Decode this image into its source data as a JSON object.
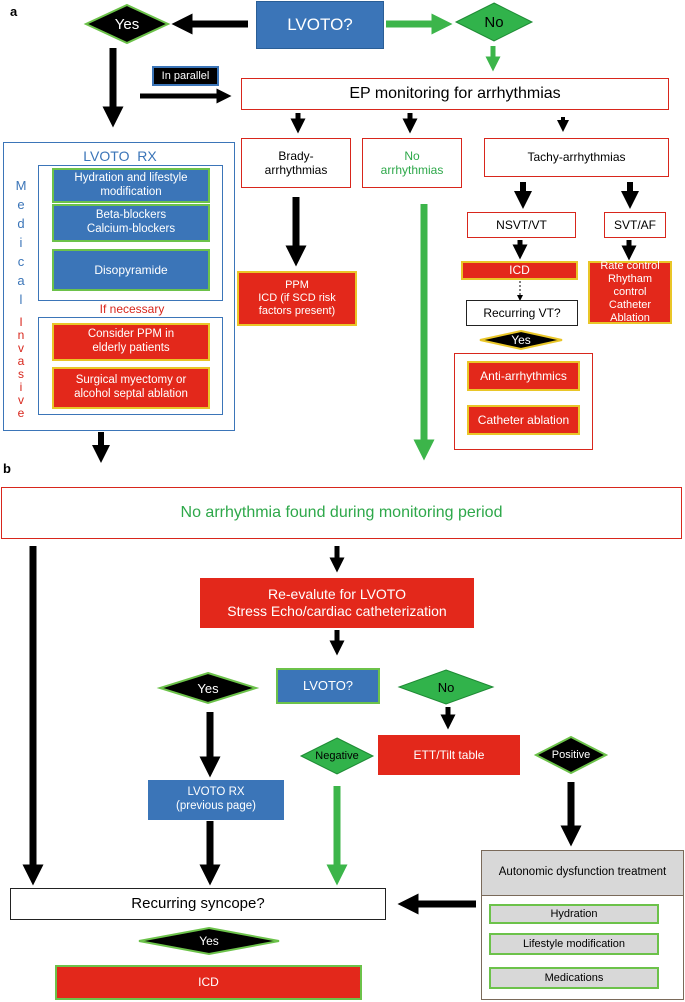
{
  "panel_a": {
    "label": "a",
    "lvoto_question": "LVOTO?",
    "yes": "Yes",
    "no": "No",
    "in_parallel": "In parallel",
    "ep_monitoring": "EP monitoring for arrhythmias",
    "brady": "Brady-\narrhythmias",
    "no_arrhythmias": "No\narrhythmias",
    "tachy": "Tachy-arrhythmias",
    "ppm": "PPM\nICD (if SCD risk\nfactors present)",
    "nsvt": "NSVT/VT",
    "svt": "SVT/AF",
    "icd": "ICD",
    "recurring_vt": "Recurring VT?",
    "yes2": "Yes",
    "anti_arrhythmics": "Anti-arrhythmics",
    "catheter_ablation": "Catheter ablation",
    "rate_control": "Rate control\nRhytham control\nCatheter\nAblation",
    "lvoto_rx": {
      "title": "LVOTO  RX",
      "medical_letters": [
        "M",
        "e",
        "d",
        "i",
        "c",
        "a",
        "l"
      ],
      "invasive_letters": [
        "I",
        "n",
        "v",
        "a",
        "s",
        "i",
        "v",
        "e"
      ],
      "hydration": "Hydration and lifestyle\nmodification",
      "beta": "Beta-blockers\nCalcium-blockers",
      "disopyramide": "Disopyramide",
      "if_necessary": "If necessary",
      "ppm_elderly": "Consider PPM in\nelderly patients",
      "surgical": "Surgical myectomy or\nalcohol septal ablation"
    }
  },
  "panel_b": {
    "label": "b",
    "no_arrhythmia_found": "No arrhythmia found during monitoring period",
    "reevaluate": "Re-evalute for LVOTO\nStress Echo/cardiac catheterization",
    "lvoto_question": "LVOTO?",
    "yes": "Yes",
    "no": "No",
    "negative": "Negative",
    "positive": "Positive",
    "ett": "ETT/Tilt table",
    "lvoto_rx": "LVOTO  RX\n(previous page)",
    "recurring_syncope": "Recurring syncope?",
    "yes2": "Yes",
    "icd": "ICD",
    "autonomic": {
      "title": "Autonomic dysfunction treatment",
      "hydration": "Hydration",
      "lifestyle": "Lifestyle modification",
      "medications": "Medications"
    }
  },
  "colors": {
    "blue": "#3b75b8",
    "red": "#e3281b",
    "green": "#2ea84a",
    "arrow_green": "#3cb54a",
    "black": "#000000"
  }
}
